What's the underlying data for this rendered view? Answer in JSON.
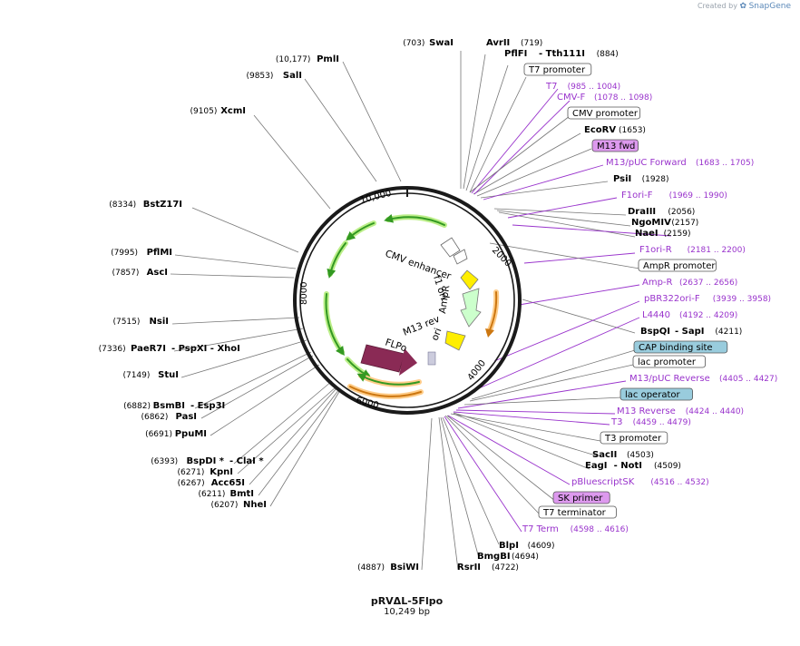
{
  "credit": {
    "prefix": "Created by",
    "brand": "SnapGene"
  },
  "plasmid": {
    "name": "pRVΔL-5Flpo",
    "length": "10,249 bp"
  },
  "tick_labels": [
    "10,000",
    "2000",
    "4000",
    "6000",
    "8000"
  ],
  "colors": {
    "backbone": "#1a1a1a",
    "primer": "#9933cc",
    "feature_box_pink": "#dd99ee",
    "feature_box_teal": "#99ccdd",
    "orf_green": "#339922",
    "orf_glow": "#bbee88",
    "orf_orange": "#cc7711",
    "flpo": "#8a2a55",
    "ampr": "#ccffcc",
    "ori_yellow": "#ffee00",
    "promoter_white": "#ffffff"
  },
  "inner_feature_labels": [
    "CMV enhancer",
    "f1 ori",
    "AmpR",
    "M13 rev",
    "ori",
    "FLPo"
  ],
  "labels": [
    {
      "name": "SwaI",
      "pos": "(703)",
      "kind": "enzyme",
      "side": "left"
    },
    {
      "name": "AvrII",
      "pos": "(719)",
      "kind": "enzyme",
      "side": "right"
    },
    {
      "name": "PflFI",
      "extra": "- Tth111I",
      "pos": "(884)",
      "kind": "enzyme",
      "side": "right"
    },
    {
      "name": "T7 promoter",
      "kind": "feature_box",
      "side": "right"
    },
    {
      "name": "T7",
      "pos": "(985 .. 1004)",
      "kind": "primer",
      "side": "right"
    },
    {
      "name": "CMV-F",
      "pos": "(1078 .. 1098)",
      "kind": "primer",
      "side": "right"
    },
    {
      "name": "CMV promoter",
      "kind": "feature_box",
      "side": "right"
    },
    {
      "name": "EcoRV",
      "pos": "(1653)",
      "kind": "enzyme",
      "side": "right"
    },
    {
      "name": "M13 fwd",
      "kind": "feature_pink",
      "side": "right"
    },
    {
      "name": "M13/pUC Forward",
      "pos": "(1683 .. 1705)",
      "kind": "primer",
      "side": "right"
    },
    {
      "name": "PsiI",
      "pos": "(1928)",
      "kind": "enzyme",
      "side": "right"
    },
    {
      "name": "F1ori-F",
      "pos": "(1969 .. 1990)",
      "kind": "primer",
      "side": "right"
    },
    {
      "name": "DraIII",
      "pos": "(2056)",
      "kind": "enzyme",
      "side": "right"
    },
    {
      "name": "NgoMIV",
      "pos": "(2157)",
      "kind": "enzyme",
      "side": "right"
    },
    {
      "name": "NaeI",
      "pos": "(2159)",
      "kind": "enzyme",
      "side": "right"
    },
    {
      "name": "F1ori-R",
      "pos": "(2181 .. 2200)",
      "kind": "primer",
      "side": "right"
    },
    {
      "name": "AmpR promoter",
      "kind": "feature_box",
      "side": "right"
    },
    {
      "name": "Amp-R",
      "pos": "(2637 .. 2656)",
      "kind": "primer",
      "side": "right"
    },
    {
      "name": "pBR322ori-F",
      "pos": "(3939 .. 3958)",
      "kind": "primer",
      "side": "right"
    },
    {
      "name": "L4440",
      "pos": "(4192 .. 4209)",
      "kind": "primer",
      "side": "right"
    },
    {
      "name": "BspQI",
      "extra": "- SapI",
      "pos": "(4211)",
      "kind": "enzyme",
      "side": "right"
    },
    {
      "name": "CAP binding site",
      "kind": "feature_teal",
      "side": "right"
    },
    {
      "name": "lac promoter",
      "kind": "feature_box",
      "side": "right"
    },
    {
      "name": "M13/pUC Reverse",
      "pos": "(4405 .. 4427)",
      "kind": "primer",
      "side": "right"
    },
    {
      "name": "lac operator",
      "kind": "feature_teal",
      "side": "right"
    },
    {
      "name": "M13 Reverse",
      "pos": "(4424 .. 4440)",
      "kind": "primer",
      "side": "right"
    },
    {
      "name": "T3",
      "pos": "(4459 .. 4479)",
      "kind": "primer",
      "side": "right"
    },
    {
      "name": "T3 promoter",
      "kind": "feature_box",
      "side": "right"
    },
    {
      "name": "SacII",
      "pos": "(4503)",
      "kind": "enzyme",
      "side": "right"
    },
    {
      "name": "EagI",
      "extra": "- NotI",
      "pos": "(4509)",
      "kind": "enzyme",
      "side": "right"
    },
    {
      "name": "pBluescriptSK",
      "pos": "(4516 .. 4532)",
      "kind": "primer",
      "side": "right"
    },
    {
      "name": "SK primer",
      "kind": "feature_pink",
      "side": "right"
    },
    {
      "name": "T7 terminator",
      "kind": "feature_box",
      "side": "right"
    },
    {
      "name": "T7 Term",
      "pos": "(4598 .. 4616)",
      "kind": "primer",
      "side": "right"
    },
    {
      "name": "BlpI",
      "pos": "(4609)",
      "kind": "enzyme",
      "side": "right"
    },
    {
      "name": "BmgBI",
      "pos": "(4694)",
      "kind": "enzyme",
      "side": "right"
    },
    {
      "name": "RsrII",
      "pos": "(4722)",
      "kind": "enzyme",
      "side": "right"
    },
    {
      "name": "BsiWI",
      "pos": "(4887)",
      "kind": "enzyme",
      "side": "left"
    },
    {
      "name": "NheI",
      "pos": "(6207)",
      "kind": "enzyme",
      "side": "left"
    },
    {
      "name": "BmtI",
      "pos": "(6211)",
      "kind": "enzyme",
      "side": "left"
    },
    {
      "name": "Acc65I",
      "pos": "(6267)",
      "kind": "enzyme",
      "side": "left"
    },
    {
      "name": "KpnI",
      "pos": "(6271)",
      "kind": "enzyme",
      "side": "left"
    },
    {
      "name": "BspDI *",
      "extra": "- ClaI *",
      "pos": "(6393)",
      "kind": "enzyme",
      "side": "left"
    },
    {
      "name": "PpuMI",
      "pos": "(6691)",
      "kind": "enzyme",
      "side": "left"
    },
    {
      "name": "PasI",
      "pos": "(6862)",
      "kind": "enzyme",
      "side": "left"
    },
    {
      "name": "BsmBI",
      "extra": "- Esp3I",
      "pos": "(6882)",
      "kind": "enzyme",
      "side": "left"
    },
    {
      "name": "StuI",
      "pos": "(7149)",
      "kind": "enzyme",
      "side": "left"
    },
    {
      "name": "PaeR7I",
      "extra": "- PspXI   - XhoI",
      "pos": "(7336)",
      "kind": "enzyme",
      "side": "left"
    },
    {
      "name": "NsiI",
      "pos": "(7515)",
      "kind": "enzyme",
      "side": "left"
    },
    {
      "name": "AscI",
      "pos": "(7857)",
      "kind": "enzyme",
      "side": "left"
    },
    {
      "name": "PflMI",
      "pos": "(7995)",
      "kind": "enzyme",
      "side": "left"
    },
    {
      "name": "BstZ17I",
      "pos": "(8334)",
      "kind": "enzyme",
      "side": "left"
    },
    {
      "name": "XcmI",
      "pos": "(9105)",
      "kind": "enzyme",
      "side": "left"
    },
    {
      "name": "SalI",
      "pos": "(9853)",
      "kind": "enzyme",
      "side": "left"
    },
    {
      "name": "PmlI",
      "pos": "(10,177)",
      "kind": "enzyme",
      "side": "left"
    }
  ]
}
